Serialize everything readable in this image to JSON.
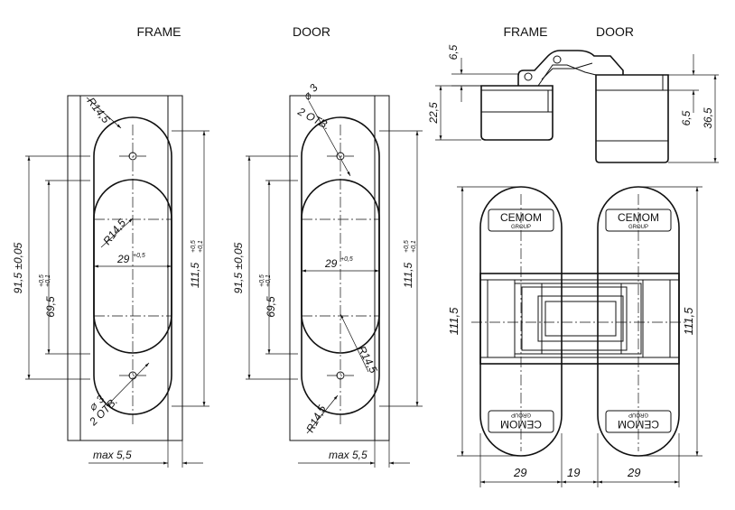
{
  "labels": {
    "frame": "FRAME",
    "door": "DOOR",
    "frame_right": "FRAME",
    "door_right": "DOOR"
  },
  "frame_view": {
    "radius_top": "R14,5",
    "radius_mid": "R14,5",
    "width": "29",
    "width_tol": "+0,5",
    "hole_dia": "3",
    "holes": "2 ОТВ.",
    "len_outer": "91,5 ±0,05",
    "len_inner": "69,5",
    "len_inner_tol_up": "+0,5",
    "len_inner_tol_dn": "+0,1",
    "len_total": "111,5",
    "len_total_tol_up": "+0,5",
    "len_total_tol_dn": "+0,1",
    "max_depth": "max 5,5"
  },
  "door_view": {
    "hole_dia": "3",
    "holes": "2 ОТВ.",
    "width": "29",
    "width_tol": "+0,5",
    "radius_mid": "R14,5",
    "radius_bot": "R14,5",
    "len_outer": "91,5 ±0,05",
    "len_inner": "69,5",
    "len_inner_tol_up": "+0,5",
    "len_inner_tol_dn": "+0,1",
    "len_total": "111,5",
    "len_total_tol_up": "+0,5",
    "len_total_tol_dn": "+0,1",
    "max_depth": "max 5,5"
  },
  "side_view": {
    "dim_top": "6,5",
    "dim_body": "22,5",
    "dim_right_a": "6,5",
    "dim_right_b": "36,5"
  },
  "front_view": {
    "brand": "CEMOM",
    "brand_sub": "GROUP",
    "len_left": "111,5",
    "len_right": "111,5",
    "w_left": "29",
    "w_gap": "19",
    "w_right": "29"
  }
}
